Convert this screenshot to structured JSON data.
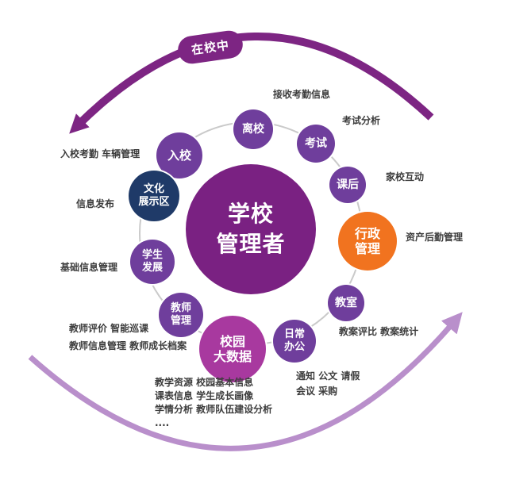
{
  "center": {
    "label": "学校\n管理者"
  },
  "banner": {
    "label": "在校中"
  },
  "nodes": [
    {
      "id": "entry",
      "label": "入校"
    },
    {
      "id": "leave",
      "label": "离校"
    },
    {
      "id": "exam",
      "label": "考试"
    },
    {
      "id": "after-class",
      "label": "课后"
    },
    {
      "id": "admin-management",
      "label": "行政\n管理"
    },
    {
      "id": "classroom",
      "label": "教室"
    },
    {
      "id": "daily-office",
      "label": "日常\n办公"
    },
    {
      "id": "campus-bigdata",
      "label": "校园\n大数据"
    },
    {
      "id": "teacher-management",
      "label": "教师\n管理"
    },
    {
      "id": "student-development",
      "label": "学生\n发展"
    },
    {
      "id": "culture-display",
      "label": "文化\n展示区"
    }
  ],
  "annotations": [
    {
      "id": "entry-items",
      "text": "入校考勤 车辆管理"
    },
    {
      "id": "attendance-info",
      "text": "接收考勤信息"
    },
    {
      "id": "exam-analysis",
      "text": "考试分析"
    },
    {
      "id": "home-school",
      "text": "家校互动"
    },
    {
      "id": "asset-logistics",
      "text": "资产后勤管理"
    },
    {
      "id": "lesson-plan",
      "text": "教案评比  教案统计"
    },
    {
      "id": "daily-office-items",
      "text": "通知 公文 请假\n会议  采购"
    },
    {
      "id": "bigdata-items",
      "text": "教学资源 校园基本信息\n课表信息 学生成长画像\n学情分析 教师队伍建设分析\n...."
    },
    {
      "id": "teacher-items",
      "text": "教师评价  智能巡课\n教师信息管理 教师成长档案"
    },
    {
      "id": "basic-info",
      "text": "基础信息管理"
    },
    {
      "id": "info-release",
      "text": "信息发布"
    }
  ],
  "colors": {
    "center_purple": "#7A2182",
    "node_purple": "#6F3E9C",
    "navy_blue": "#1F3A68",
    "orange": "#F1731F",
    "magenta": "#A8399F",
    "arrow_dark": "#7D2583",
    "arrow_light": "#B98FCB",
    "ring_gray": "#CACACA"
  }
}
